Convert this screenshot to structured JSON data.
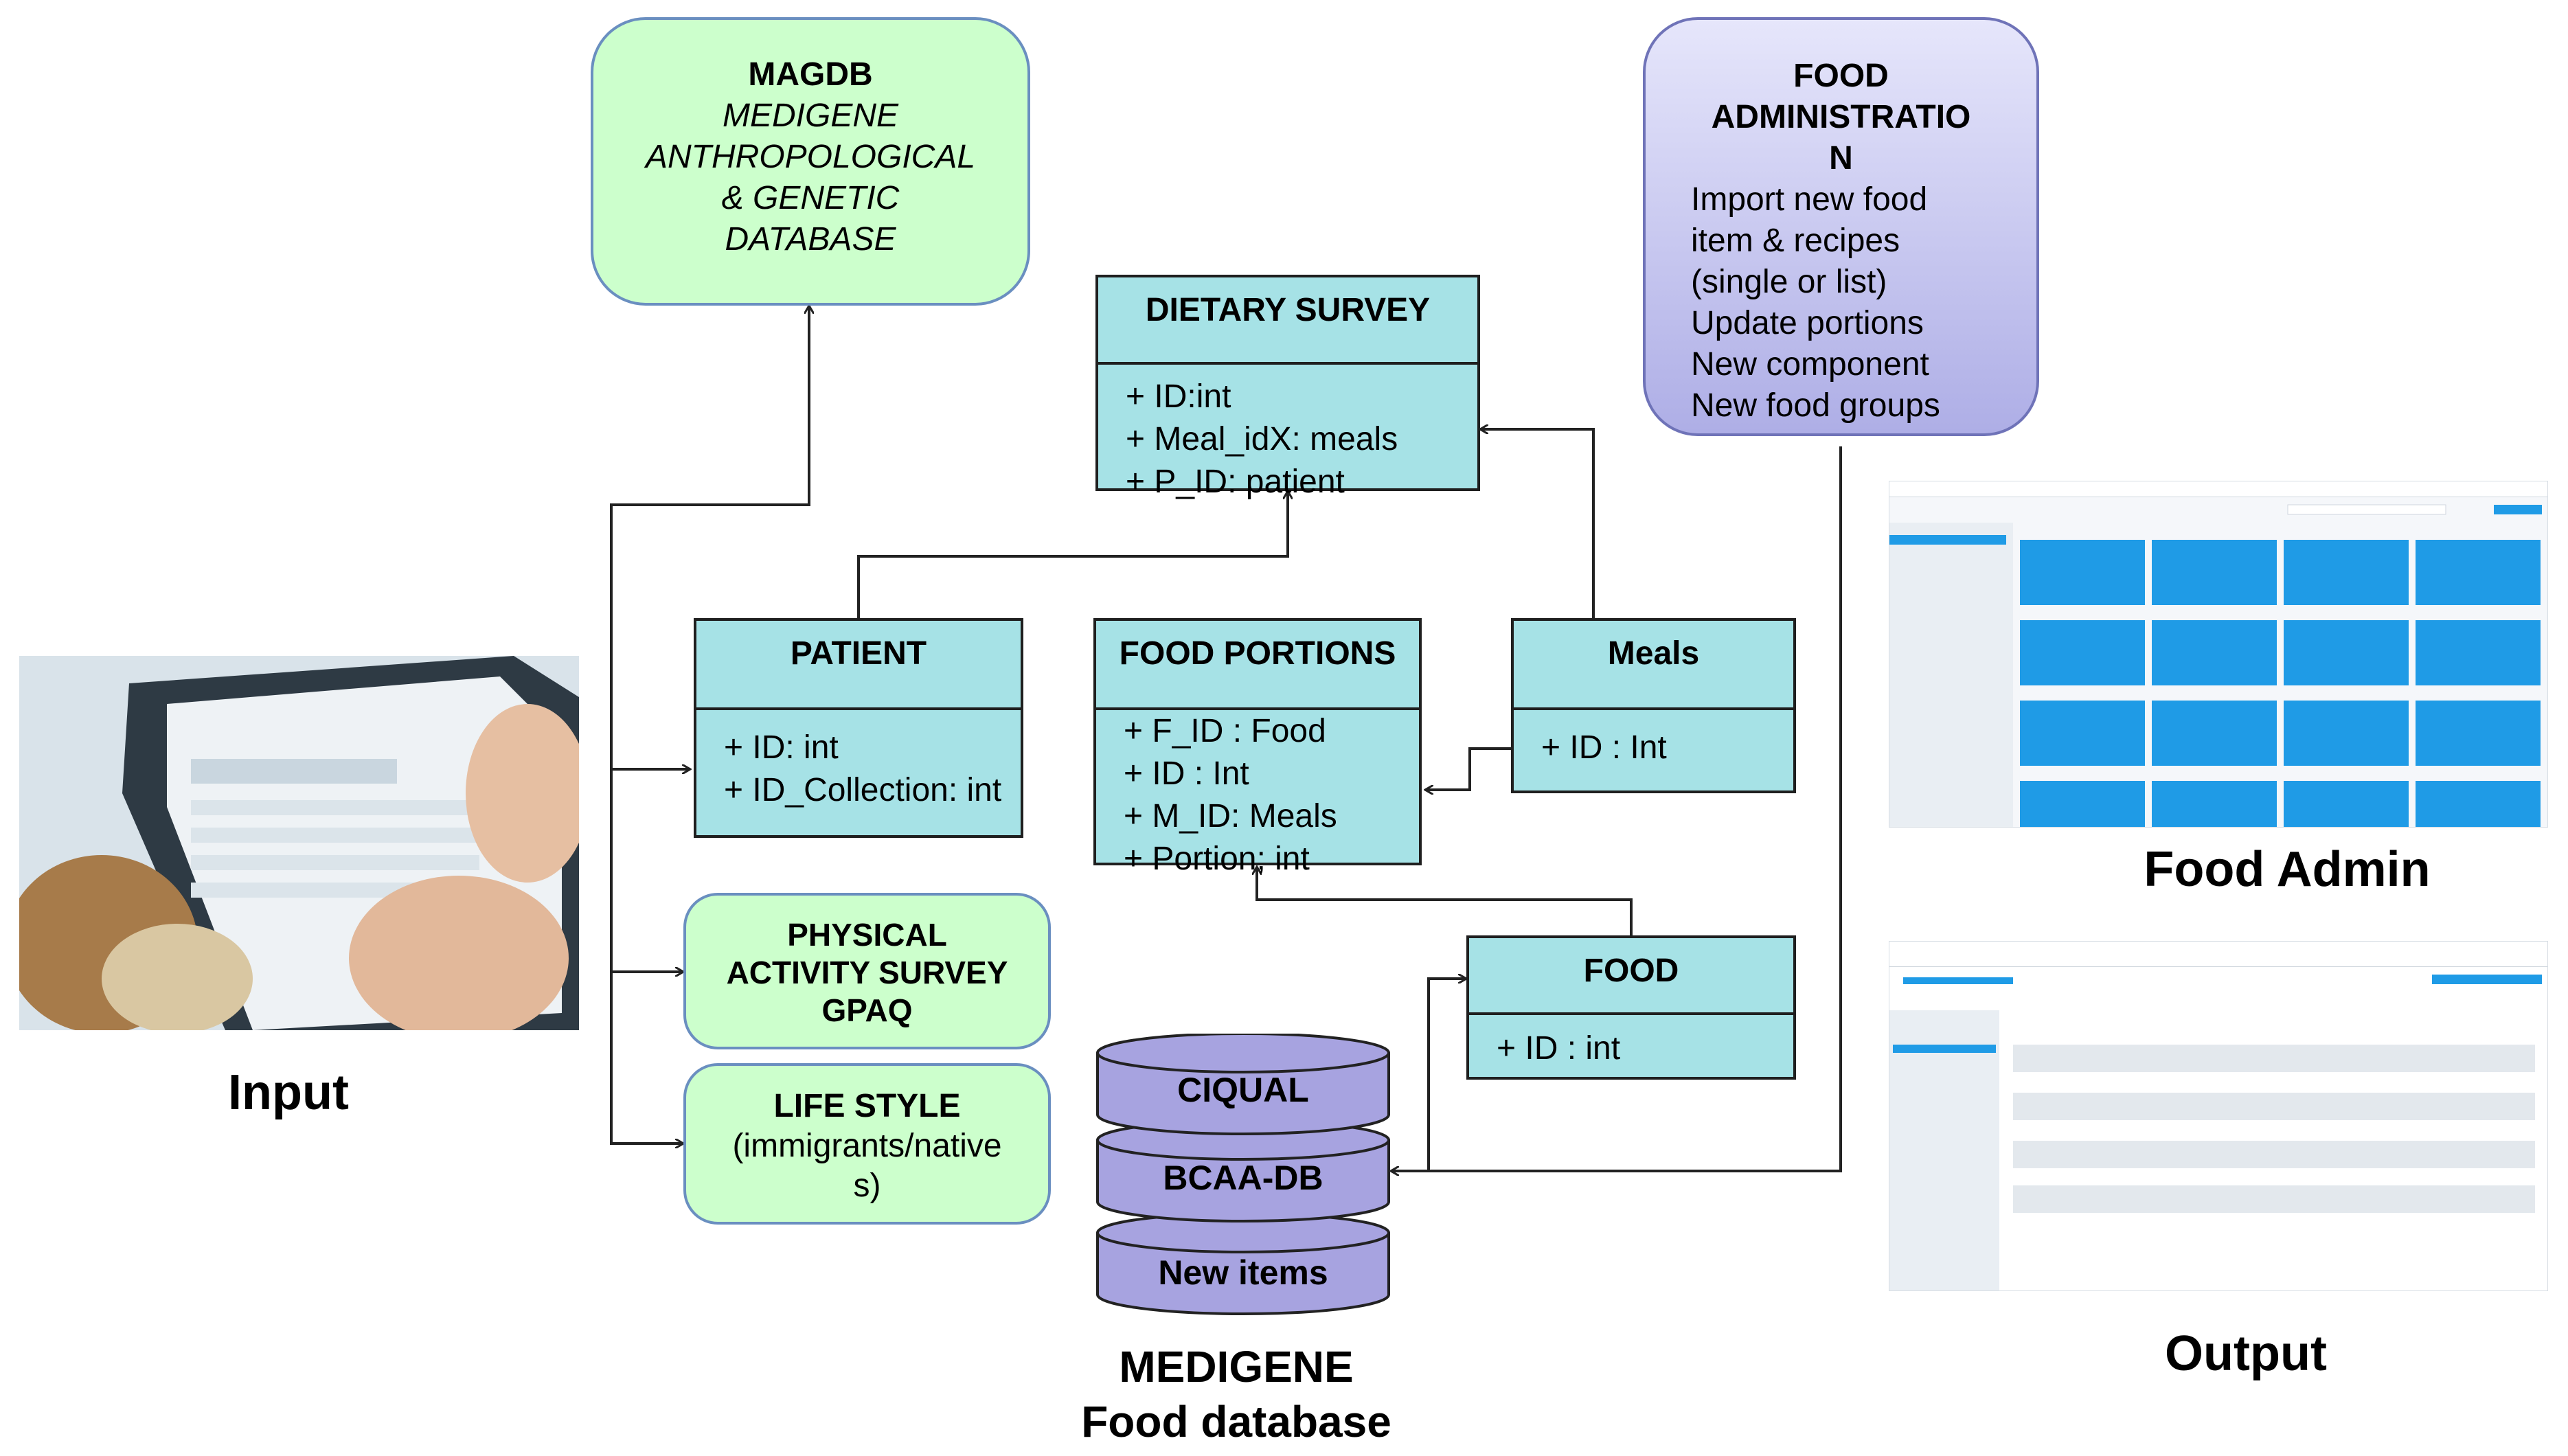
{
  "magdb": {
    "title": "MAGDB",
    "line1": "MEDIGENE",
    "line2": "ANTHROPOLOGICAL",
    "line3": "& GENETIC",
    "line4": "DATABASE"
  },
  "food_admin_box": {
    "title1": "FOOD",
    "title2": "ADMINISTRATIO",
    "title3": "N",
    "items": [
      "Import new food",
      "item & recipes",
      "(single or list)",
      "Update portions",
      "New component",
      "New food groups"
    ]
  },
  "dietary_survey": {
    "title": "DIETARY SURVEY",
    "fields": [
      "+ ID:int",
      "+ Meal_idX: meals",
      "+ P_ID: patient"
    ]
  },
  "patient": {
    "title": "PATIENT",
    "fields": [
      "+ ID: int",
      "+ ID_Collection: int"
    ]
  },
  "food_portions": {
    "title": "FOOD PORTIONS",
    "fields": [
      "+ F_ID : Food",
      "+ ID : Int",
      "+ M_ID: Meals",
      "+ Portion; int"
    ]
  },
  "meals": {
    "title": "Meals",
    "fields": [
      "+ ID : Int"
    ]
  },
  "food": {
    "title": "FOOD",
    "fields": [
      "+ ID : int"
    ]
  },
  "physical": {
    "line1": "PHYSICAL",
    "line2": "ACTIVITY SURVEY",
    "line3": "GPAQ"
  },
  "lifestyle": {
    "line1": "LIFE STYLE",
    "line2": "(immigrants/native",
    "line3": "s)"
  },
  "databases": [
    "CIQUAL",
    "BCAA-DB",
    "New items"
  ],
  "captions": {
    "input": "Input",
    "db_line1": "MEDIGENE",
    "db_line2": "Food database",
    "food_admin": "Food Admin",
    "output": "Output"
  },
  "colors": {
    "green": "#ccffcc",
    "uml": "#a6e2e6",
    "purple": "#aeaee6",
    "cylinder": "#a7a3e0",
    "screen_tile": "#1f9be6"
  }
}
